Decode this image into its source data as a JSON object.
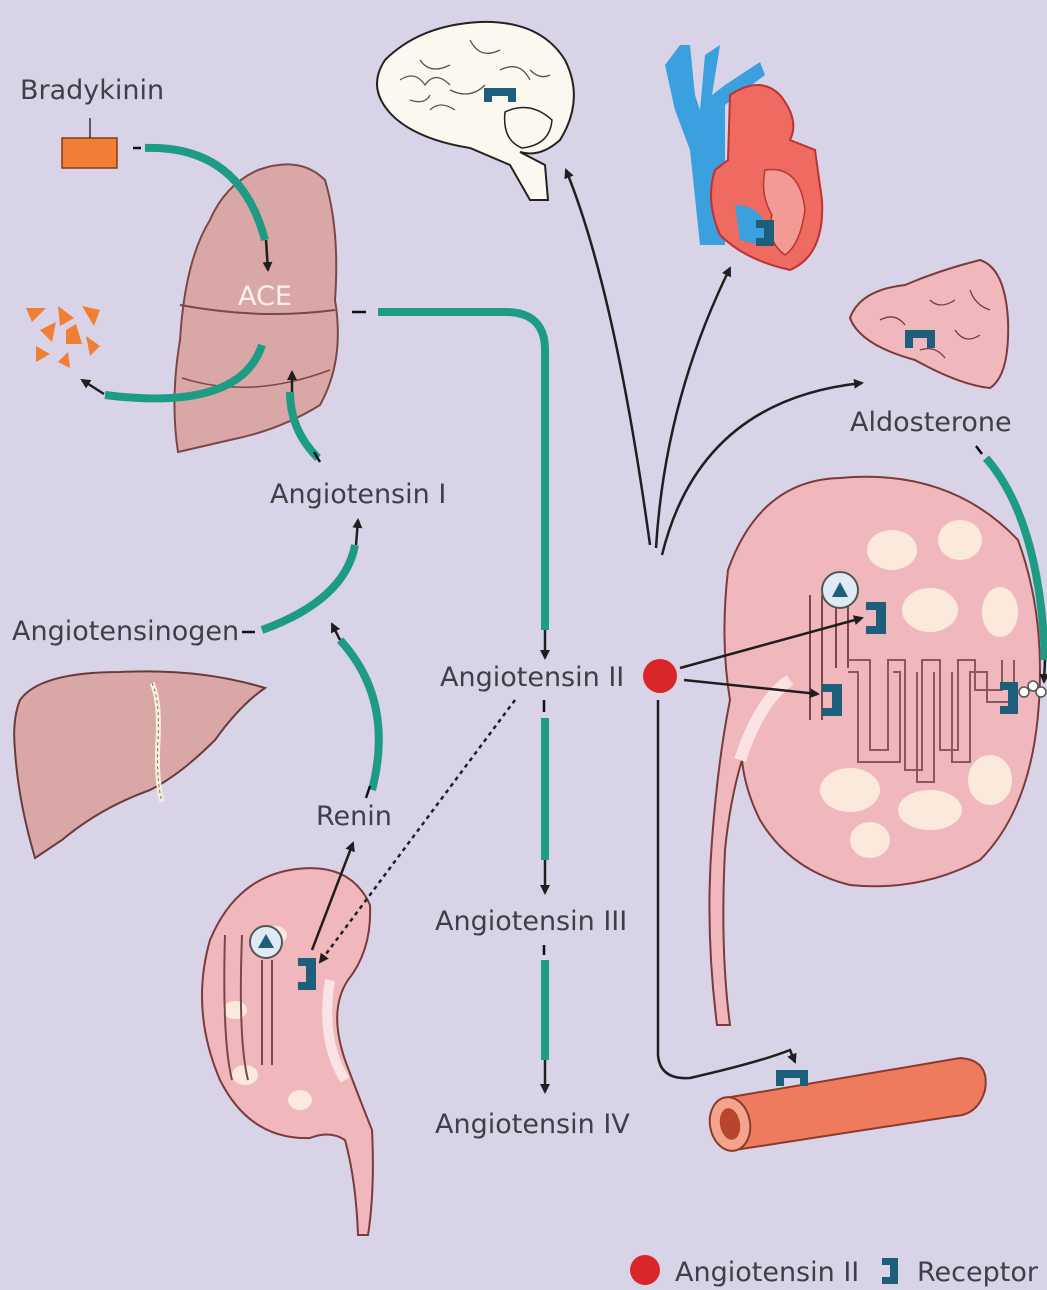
{
  "labels": {
    "bradykinin": "Bradykinin",
    "ace": "ACE",
    "angiotensin_1": "Angiotensin I",
    "angiotensinogen": "Angiotensinogen",
    "renin": "Renin",
    "angiotensin_2": "Angiotensin II",
    "angiotensin_3": "Angiotensin III",
    "angiotensin_4": "Angiotensin IV",
    "aldosterone": "Aldosterone"
  },
  "legend": {
    "angiotensin_2": "Angiotensin II",
    "receptor": "Receptor"
  },
  "colors": {
    "background": "#d9d3e8",
    "pathway": "#1e9b85",
    "arrow": "#1f1f1f",
    "angiotensin_ii": "#d8262b",
    "receptor": "#1d5e7a",
    "organ": "#d9a8a6",
    "kidney": "#f0b8bc",
    "vein": "#3aa0de",
    "artery": "#ef6a60",
    "vessel": "#ee7b5e",
    "bradykinin": "#f07e35"
  }
}
